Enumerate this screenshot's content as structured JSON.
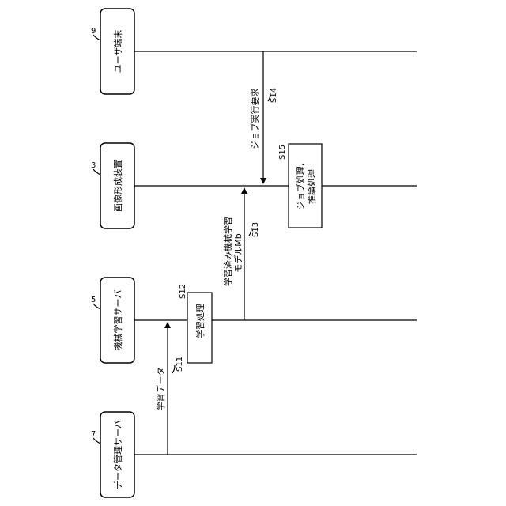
{
  "nodes": {
    "user_terminal": {
      "label": "ユーザ端末",
      "ref": "9"
    },
    "image_forming": {
      "label": "画像形成装置",
      "ref": "3"
    },
    "ml_server": {
      "label": "機械学習サーバ",
      "ref": "5"
    },
    "data_server": {
      "label": "データ管理サーバ",
      "ref": "7"
    }
  },
  "steps": {
    "s11": {
      "id": "S11",
      "label": "学習データ"
    },
    "s12": {
      "id": "S12",
      "label": "学習処理"
    },
    "s13": {
      "id": "S13",
      "label_line1": "学習済み機械学習",
      "label_line2": "モデルMb"
    },
    "s14": {
      "id": "S14",
      "label": "ジョブ実行要求"
    },
    "s15": {
      "id": "S15",
      "label_line1": "ジョブ処理,",
      "label_line2": "推論処理"
    }
  }
}
